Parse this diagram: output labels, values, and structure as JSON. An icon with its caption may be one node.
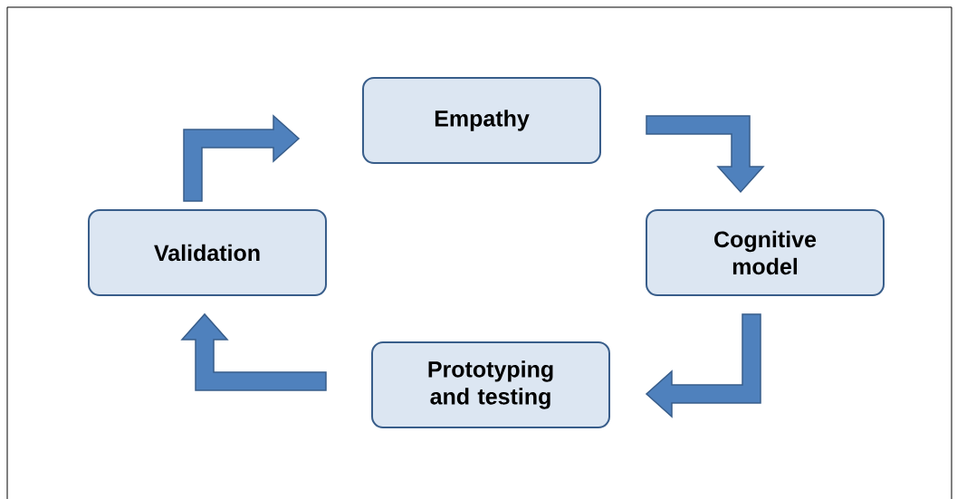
{
  "diagram": {
    "nodes": [
      {
        "text": [
          "Empathy"
        ]
      },
      {
        "text": [
          "Cognitive model"
        ]
      },
      {
        "text": [
          "Prototyping and testing"
        ]
      },
      {
        "text": [
          "Validation"
        ]
      }
    ],
    "edges": [
      {
        "from": 0,
        "to": 1,
        "arrow": "to"
      },
      {
        "from": 1,
        "to": 2,
        "arrow": "to"
      },
      {
        "from": 2,
        "to": 3,
        "arrow": "to"
      },
      {
        "from": 3,
        "to": 0,
        "arrow": "to"
      }
    ]
  }
}
